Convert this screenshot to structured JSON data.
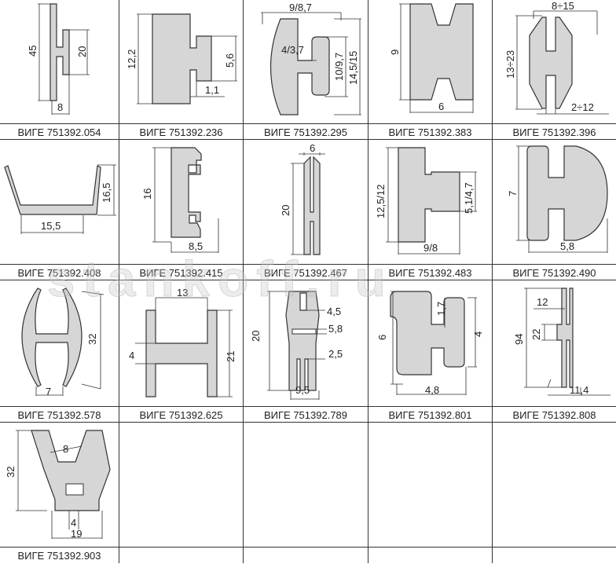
{
  "watermark": "stankoff.ru",
  "items": [
    {
      "code": "ВИГЕ 751392.054",
      "dims": [
        "45",
        "20",
        "8"
      ]
    },
    {
      "code": "ВИГЕ 751392.236",
      "dims": [
        "12,2",
        "5,6",
        "1,1"
      ]
    },
    {
      "code": "ВИГЕ 751392.295",
      "dims": [
        "9/8,7",
        "4/3,7",
        "10/9,7",
        "14,5/15"
      ]
    },
    {
      "code": "ВИГЕ 751392.383",
      "dims": [
        "9",
        "6"
      ]
    },
    {
      "code": "ВИГЕ 751392.396",
      "dims": [
        "8÷15",
        "13÷23",
        "2÷12"
      ]
    },
    {
      "code": "ВИГЕ 751392.408",
      "dims": [
        "16,5",
        "15,5"
      ]
    },
    {
      "code": "ВИГЕ 751392.415",
      "dims": [
        "16",
        "8,5"
      ]
    },
    {
      "code": "ВИГЕ 751392.467",
      "dims": [
        "6",
        "20"
      ]
    },
    {
      "code": "ВИГЕ 751392.483",
      "dims": [
        "12,5/12",
        "5,1/4,7",
        "9/8"
      ]
    },
    {
      "code": "ВИГЕ 751392.490",
      "dims": [
        "7",
        "5,8"
      ]
    },
    {
      "code": "ВИГЕ 751392.578",
      "dims": [
        "32",
        "7"
      ]
    },
    {
      "code": "ВИГЕ 751392.625",
      "dims": [
        "13",
        "4",
        "21"
      ]
    },
    {
      "code": "ВИГЕ 751392.789",
      "dims": [
        "20",
        "4,5",
        "5,8",
        "2,5",
        "9,5"
      ]
    },
    {
      "code": "ВИГЕ 751392.801",
      "dims": [
        "6",
        "1,7",
        "4",
        "4,8"
      ]
    },
    {
      "code": "ВИГЕ 751392.808",
      "dims": [
        "12",
        "94",
        "22",
        "11,4"
      ]
    },
    {
      "code": "ВИГЕ 751392.903",
      "dims": [
        "32",
        "8",
        "4",
        "19"
      ]
    }
  ]
}
